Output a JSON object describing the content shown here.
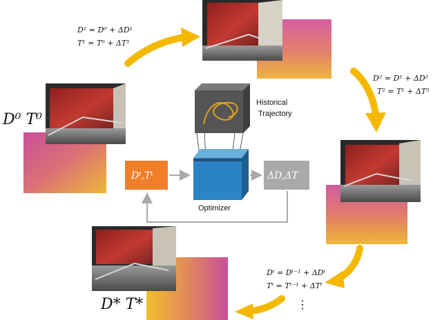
{
  "update_1": {
    "line1": "D¹ = D⁰ + ΔD¹",
    "line2": "T¹ = T⁰ + ΔT¹"
  },
  "update_2": {
    "line1": "D² = D¹ + ΔD²",
    "line2": "T² = T¹ + ΔT²"
  },
  "update_t": {
    "line1": "Dᵗ = Dᵗ⁻¹ + ΔDᵗ",
    "line2": "Tᵗ = Tᵗ⁻¹ + ΔTᵗ",
    "ellipsis": "⋮"
  },
  "initial_label": "D⁰ T⁰",
  "final_label": "D* T*",
  "state_box": {
    "label": "Dᵗ,Tᵗ",
    "color": "#f07f2a"
  },
  "delta_box": {
    "label": "ΔD,ΔT",
    "color": "#a9a9a9"
  },
  "optimizer": {
    "label": "Optimizer",
    "color": "#2b83c6"
  },
  "historical": {
    "line1": "Historical",
    "line2": "Trajectory"
  },
  "colors": {
    "arrow": "#f5b800",
    "wall_red": "#c0392b",
    "depth_magenta": "#d45fa3",
    "depth_yellow": "#f7d21e",
    "connector": "#a9a9a9"
  }
}
